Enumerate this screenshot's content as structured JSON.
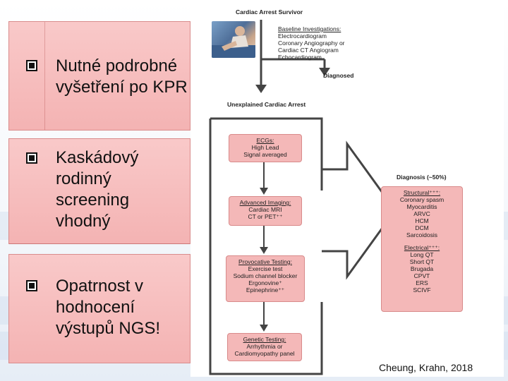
{
  "bullets": [
    {
      "text": "Nutné podrobné\nvyšetření po KPR"
    },
    {
      "text": "Kaskádový\nrodinný\nscreening\nvhodný"
    },
    {
      "text": "Opatrnost v\nhodnocení\nvýstupů NGS!"
    }
  ],
  "figure": {
    "survivor": "Cardiac Arrest Survivor",
    "baseline_title": "Baseline Investigations:",
    "baseline_items": [
      "Electrocardiogram",
      "Coronary Angiography or",
      "Cardiac CT Angiogram",
      "Echocardiogram"
    ],
    "diagnosed": "Diagnosed",
    "unexplained": "Unexplained Cardiac Arrest",
    "ecg_title": "ECGs:",
    "ecg_items": [
      "High Lead",
      "Signal averaged"
    ],
    "imaging_title": "Advanced Imaging:",
    "imaging_items": [
      "Cardiac MRI",
      "CT or PET⁺⁺"
    ],
    "provocative_title": "Provocative Testing:",
    "provocative_items": [
      "Exercise test",
      "Sodium channel blocker",
      "Ergonovine⁺",
      "Epinephrine⁺⁺"
    ],
    "genetic_title": "Genetic Testing:",
    "genetic_items": [
      "Arrhythmia or",
      "Cardiomyopathy panel"
    ],
    "diagnosis_label": "Diagnosis (~50%)",
    "structural_title": "Structural⁺⁺⁺:",
    "structural_items": [
      "Coronary spasm",
      "Myocarditis",
      "ARVC",
      "HCM",
      "DCM",
      "Sarcoidosis"
    ],
    "electrical_title": "Electrical⁺⁺⁺:",
    "electrical_items": [
      "Long QT",
      "Short QT",
      "Brugada",
      "CPVT",
      "ERS",
      "SCIVF"
    ]
  },
  "citation": "Cheung, Krahn, 2018",
  "colors": {
    "panel_pink": "#f4b3b3",
    "box_pink": "#f4b8b8",
    "arrow_dark": "#444444"
  }
}
